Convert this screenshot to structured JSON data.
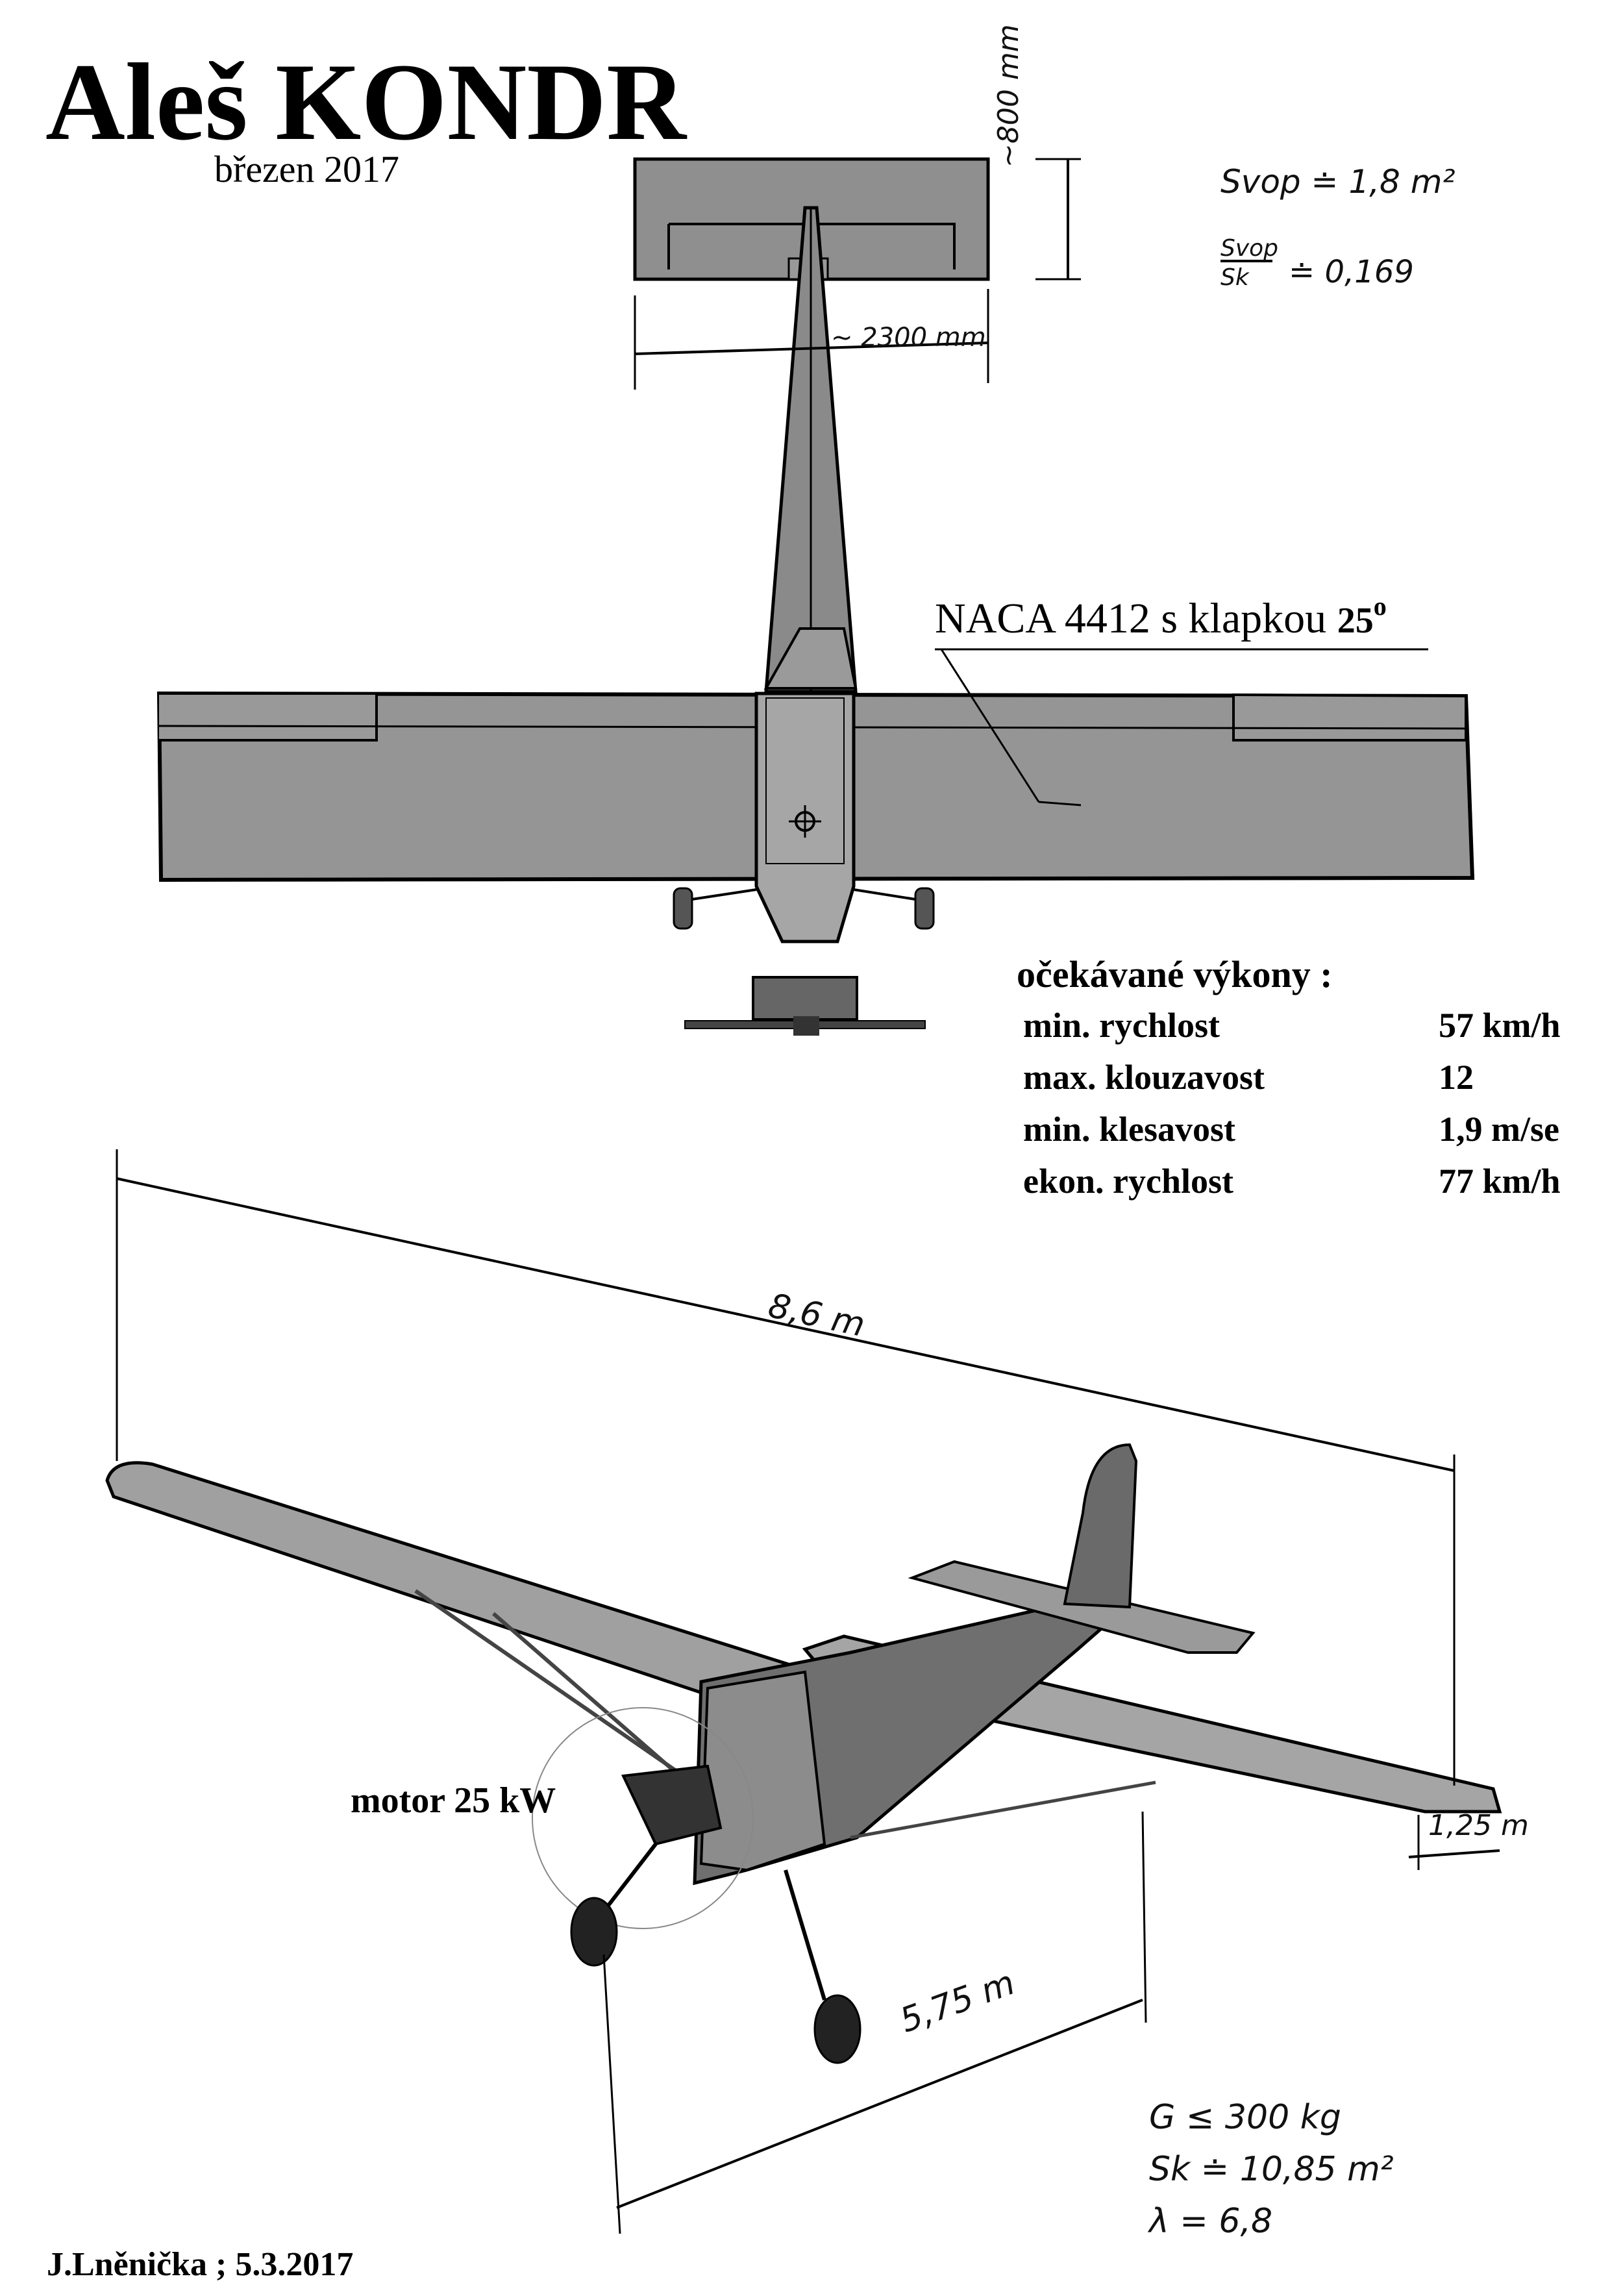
{
  "header": {
    "title": "Aleš  KONDR",
    "date": "březen 2017"
  },
  "top_view": {
    "airfoil_label": "NACA 4412 s klapkou",
    "flap_angle": "25",
    "flap_angle_unit": "o",
    "tail_chord_dim": "~800 mm",
    "tail_span_dim": "~ 2300 mm"
  },
  "annotations": {
    "tail_area": "Svop ≐ 1,8 m²",
    "ratio_numerator": "Svop",
    "ratio_denominator": "Sk",
    "ratio_value": "≐ 0,169"
  },
  "performance": {
    "heading": "očekávané  výkony :",
    "rows": [
      {
        "label": "min. rychlost",
        "value": "57 km/h"
      },
      {
        "label": "max. klouzavost",
        "value": "12"
      },
      {
        "label": "min. klesavost",
        "value": "1,9 m/se"
      },
      {
        "label": "ekon. rychlost",
        "value": "77 km/h"
      }
    ]
  },
  "perspective_view": {
    "wingspan_dim": "8,6 m",
    "length_dim": "5,75 m",
    "chord_dim": "1,25 m",
    "motor_label": "motor  25 kW"
  },
  "specs": {
    "weight": "G ≤ 300 kg",
    "wing_area": "Sk ≐ 10,85 m²",
    "aspect_ratio": "λ = 6,8"
  },
  "footer": {
    "author": "J.Lněnička ; 5.3.2017"
  },
  "colors": {
    "paper": "#ffffff",
    "surface": "#9a9a9a",
    "surface_dark": "#6e6e6e",
    "ink": "#000000"
  }
}
